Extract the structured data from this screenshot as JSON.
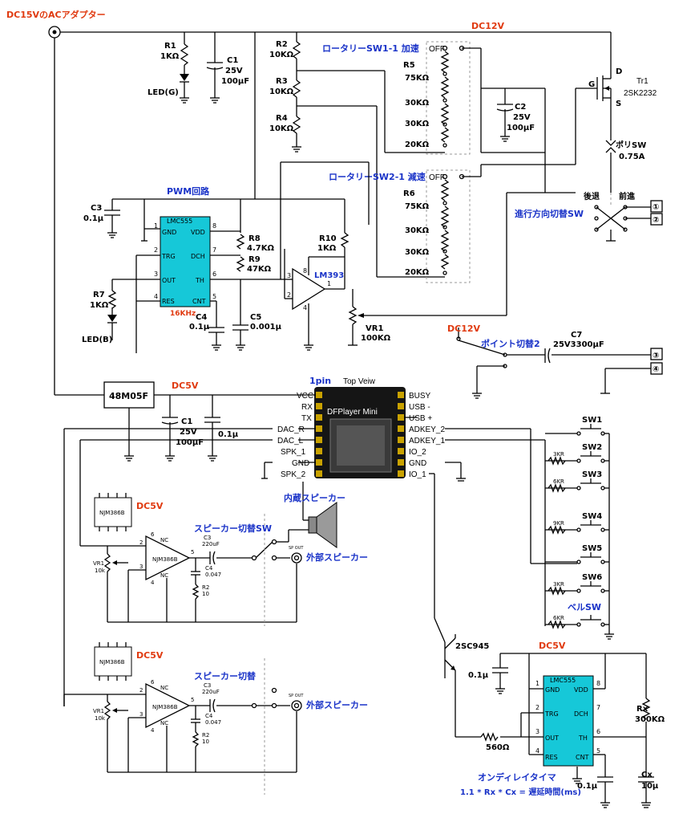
{
  "labels": {
    "input_title": "DC15VのACアダプター",
    "dc12v_top": "DC12V",
    "r1": "R1",
    "r1v": "1KΩ",
    "led_g": "LED(G)",
    "c1": "C1",
    "c1v1": "25V",
    "c1v2": "100μF",
    "r2": "R2",
    "r2v": "10KΩ",
    "r3": "R3",
    "r3v": "10KΩ",
    "r4": "R4",
    "r4v": "10KΩ",
    "rot1": "ロータリーSW1-1 加速",
    "rot2": "ロータリーSW2-1 減速",
    "off": "OFF",
    "r5": "R5",
    "r6": "R6",
    "k75": "75KΩ",
    "k30a": "30KΩ",
    "k30b": "30KΩ",
    "k20": "20KΩ",
    "c2": "C2",
    "c2v1": "25V",
    "c2v2": "100μF",
    "tr1": "Tr1",
    "tr1m": "2SK2232",
    "g": "G",
    "d": "D",
    "s": "S",
    "polysw": "ポリSW",
    "polyv": "0.75A",
    "reverse": "後退",
    "forward": "前進",
    "dirsw": "進行方向切替SW",
    "t1": "①",
    "t2": "②",
    "t3": "③",
    "t4": "④",
    "pwm": "PWM回路",
    "c3": "C3",
    "c3v": "0.1μ",
    "lmc555": "LMC555",
    "gnd": "GND",
    "vdd": "VDD",
    "trg": "TRG",
    "dch": "DCH",
    "out": "OUT",
    "th": "TH",
    "res": "RES",
    "cnt": "CNT",
    "p1": "1",
    "p2": "2",
    "p3": "3",
    "p4": "4",
    "p5": "5",
    "p6": "6",
    "p7": "7",
    "p8": "8",
    "freq": "16KHz",
    "r8": "R8",
    "r8v": "4.7KΩ",
    "r9": "R9",
    "r9v": "47KΩ",
    "r10": "R10",
    "r10v": "1KΩ",
    "lm393": "LM393",
    "r7": "R7",
    "r7v": "1KΩ",
    "led_b": "LED(B)",
    "c4": "C4",
    "c4v": "0.1μ",
    "c5": "C5",
    "c5v": "0.001μ",
    "vr1": "VR1",
    "vr1v": "100KΩ",
    "dc12v_mid": "DC12V",
    "point": "ポイント切替2",
    "c7": "C7",
    "c7v": "25V3300μF",
    "reg": "48M05F",
    "dc5v": "DC5V",
    "c1b": "C1",
    "c1bv1": "25V",
    "c1bv2": "100μF",
    "c01": "0.1μ",
    "pin1": "1pin",
    "topview": "Top Veiw",
    "vcc": "VCC",
    "rx": "RX",
    "tx": "TX",
    "dacr": "DAC_R",
    "dacl": "DAC_L",
    "spk1": "SPK_1",
    "gndl": "GND",
    "spk2": "SPK_2",
    "busy": "BUSY",
    "usbm": "USB -",
    "usbp": "USB +",
    "adk2": "ADKEY_2",
    "adk1": "ADKEY_1",
    "io2": "IO_2",
    "gndr": "GND",
    "io1": "IO_1",
    "dfp": "DFPlayer Mini",
    "sw1": "SW1",
    "sw2": "SW2",
    "sw3": "SW3",
    "sw4": "SW4",
    "sw5": "SW5",
    "sw6": "SW6",
    "k3": "3KR",
    "k6": "6KR",
    "k9": "9KR",
    "k3b": "3KR",
    "k6b": "6KR",
    "bellsw": "ベルSW",
    "naizo": "内蔵スピーカー",
    "njm": "NJM386B",
    "dc5v_a1": "DC5V",
    "dc5v_a2": "DC5V",
    "dc5v_b": "DC5V",
    "spksw1": "スピーカー切替SW",
    "spksw2": "スピーカー切替",
    "ext1": "外部スピーカー",
    "ext2": "外部スピーカー",
    "spout": "SP OUT",
    "nc": "NC",
    "c3s": "C3",
    "c3sv": "220uF",
    "c4s": "C4",
    "c4sv": "0.047",
    "r2s": "R2",
    "r2sv": "10",
    "vr1s": "VR1",
    "vr1sv": "10k",
    "tr2": "2SC945",
    "c01b": "0.1μ",
    "rx2": "Rx",
    "rxv": "300KΩ",
    "cx": "Cx",
    "cxv": "10μ",
    "c01c": "0.1μ",
    "r560": "560Ω",
    "ondelay": "オンディレイタイマ",
    "formula": "1.1 * Rx * Cx = 遅延時間(ms)"
  },
  "colors": {
    "ic_fill": "#16c8d8",
    "blue_text": "#1a33c8",
    "red_text": "#e03a10"
  }
}
